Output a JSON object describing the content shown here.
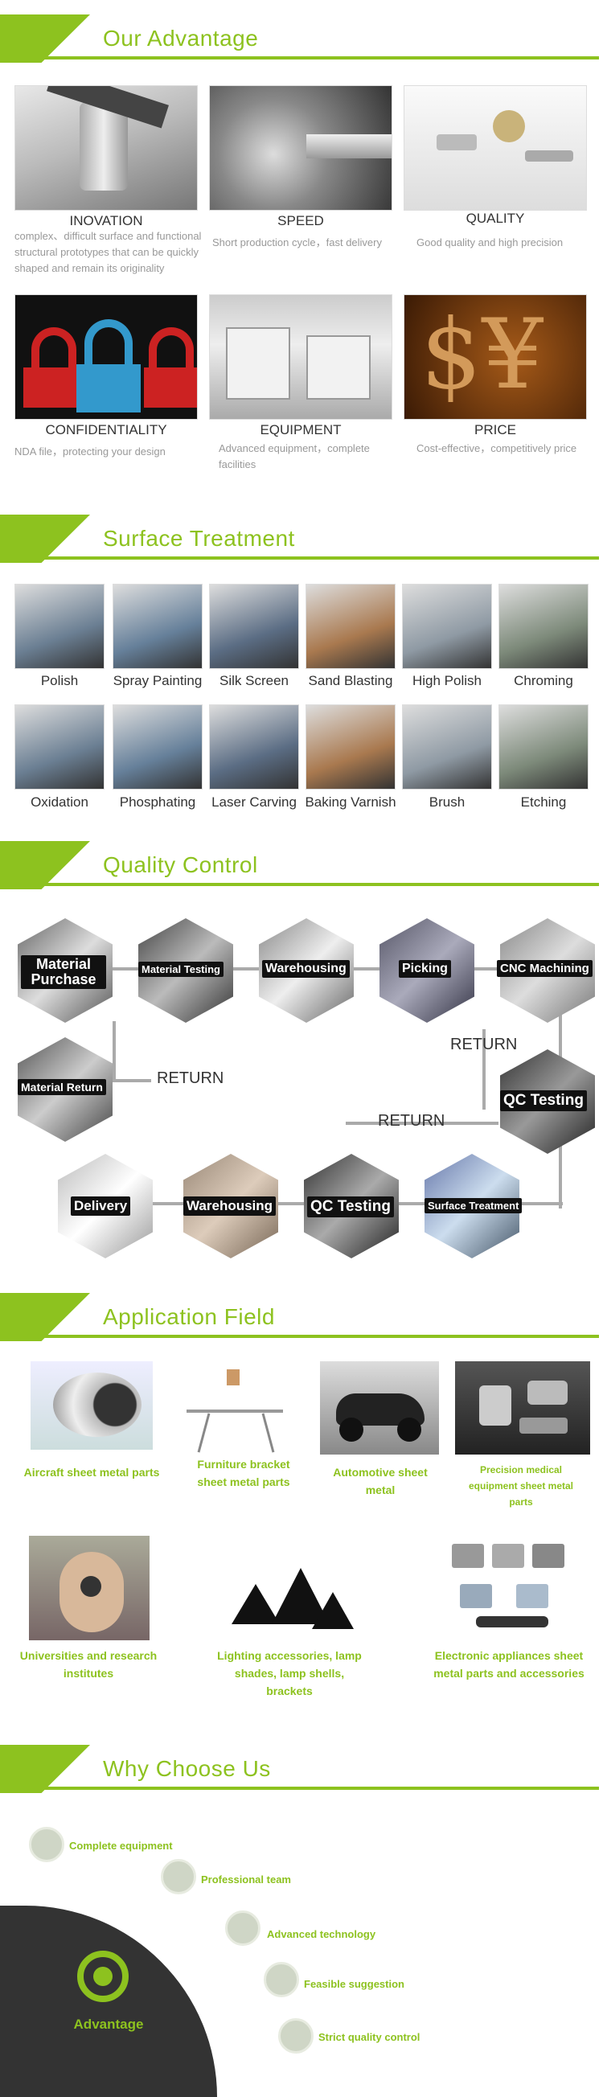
{
  "sections": {
    "advantage": "Our Advantage",
    "surface": "Surface Treatment",
    "quality": "Quality Control",
    "application": "Application Field",
    "why": "Why Choose Us"
  },
  "advantages": [
    {
      "title": "INOVATION",
      "desc": "complex、difficult surface and functional structural prototypes that can be quickly shaped and remain its originality"
    },
    {
      "title": "SPEED",
      "desc": "Short production cycle，fast delivery"
    },
    {
      "title": "QUALITY",
      "desc": "Good quality and high precision"
    },
    {
      "title": "CONFIDENTIALITY",
      "desc": "NDA file，protecting your design"
    },
    {
      "title": "EQUIPMENT",
      "desc": "Advanced equipment，complete facilities"
    },
    {
      "title": "PRICE",
      "desc": "Cost-effective，competitively price"
    }
  ],
  "surface": [
    "Polish",
    "Spray Painting",
    "Silk Screen",
    "Sand Blasting",
    "High Polish",
    "Chroming",
    "Oxidation",
    "Phosphating",
    "Laser Carving",
    "Baking Varnish",
    "Brush",
    "Etching"
  ],
  "qc": {
    "material_purchase": "Material Purchase",
    "material_testing": "Material Testing",
    "warehousing1": "Warehousing",
    "picking": "Picking",
    "cnc": "CNC Machining",
    "material_return": "Material Return",
    "qc_testing1": "QC Testing",
    "delivery": "Delivery",
    "warehousing2": "Warehousing",
    "qc_testing2": "QC Testing",
    "surface_treatment": "Surface Treatment",
    "return1": "RETURN",
    "return2": "RETURN",
    "return3": "RETURN"
  },
  "applications": [
    "Aircraft sheet metal parts",
    "Furniture bracket sheet metal parts",
    "Automotive sheet metal",
    "Precision medical equipment sheet metal parts",
    "Universities and research institutes",
    "Lighting accessories, lamp shades, lamp shells, brackets",
    "Electronic appliances sheet metal parts and accessories"
  ],
  "why": {
    "items": [
      "Complete equipment",
      "Professional team",
      "Advanced technology",
      "Feasible suggestion",
      "Strict quality control"
    ],
    "badge": "Advantage"
  },
  "colors": {
    "accent": "#8dc21f"
  }
}
